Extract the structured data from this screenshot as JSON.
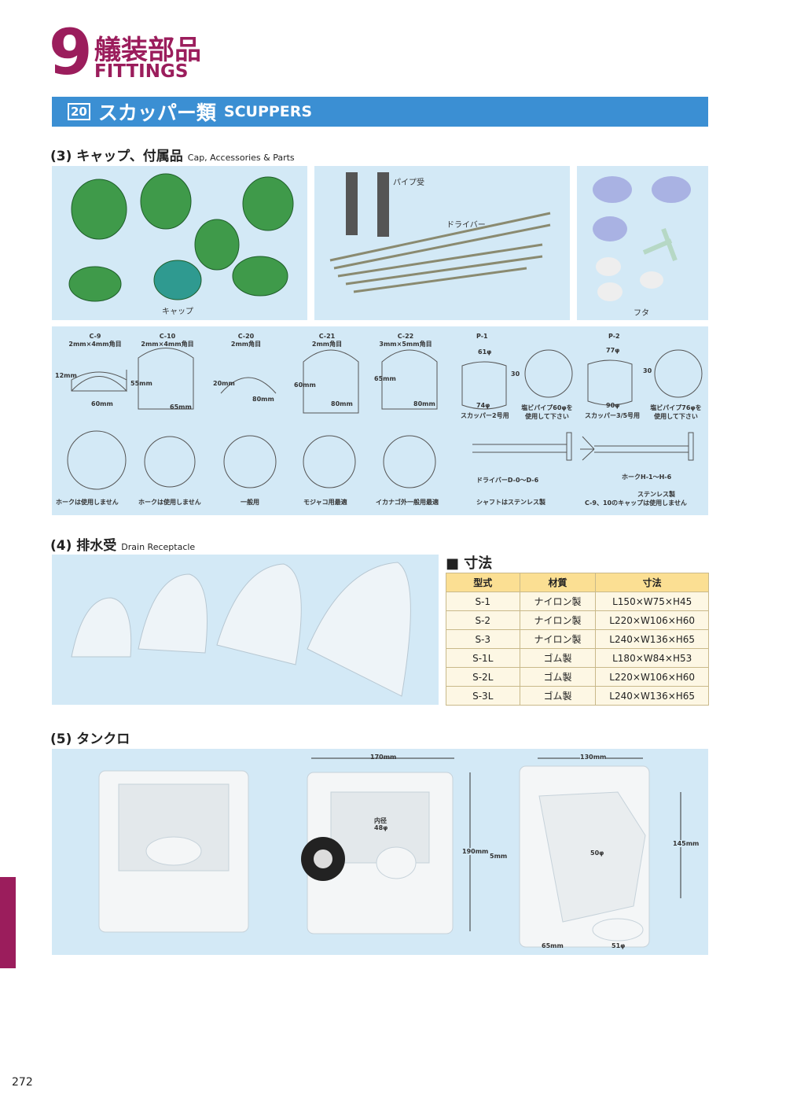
{
  "chapter": {
    "number": "9",
    "title_jp": "艤装部品",
    "title_en": "FITTINGS"
  },
  "banner": {
    "number": "20",
    "title_jp": "スカッパー類",
    "title_en": "SCUPPERS"
  },
  "section3": {
    "heading": "(3) キャップ、付属品",
    "heading_en": "Cap, Accessories & Parts",
    "photo_labels": {
      "cap": "キャップ",
      "pipe": "パイプ受",
      "driver": "ドライバー",
      "lid": "フタ"
    },
    "diagrams": [
      {
        "model": "C-9",
        "mesh": "2mm×4mm角目",
        "dims": [
          "12mm",
          "60mm"
        ],
        "note": "ホークは使用しません"
      },
      {
        "model": "C-10",
        "mesh": "2mm×4mm角目",
        "dims": [
          "55mm",
          "65mm"
        ],
        "note": "ホークは使用しません"
      },
      {
        "model": "C-20",
        "mesh": "2mm角目",
        "dims": [
          "20mm",
          "80mm"
        ],
        "note": "一般用"
      },
      {
        "model": "C-21",
        "mesh": "2mm角目",
        "dims": [
          "60mm",
          "80mm"
        ],
        "note": "モジャコ用最適"
      },
      {
        "model": "C-22",
        "mesh": "3mm×5mm角目",
        "dims": [
          "65mm",
          "80mm"
        ],
        "note": "イカナゴ外一般用最適"
      }
    ],
    "pipes": [
      {
        "model": "P-1",
        "top": "61φ",
        "height": "30",
        "bottom": "74φ",
        "use": "スカッパー2号用",
        "note": "塩ビパイプ60φを使用して下さい"
      },
      {
        "model": "P-2",
        "top": "77φ",
        "height": "30",
        "bottom": "90φ",
        "use": "スカッパー3/5号用",
        "note": "塩ビパイプ76φを使用して下さい"
      }
    ],
    "driver": {
      "label": "ドライバーD-0〜D-6",
      "note": "シャフトはステンレス製"
    },
    "fork": {
      "label": "ホークH-1〜H-6",
      "note1": "ステンレス製",
      "note2": "C-9、10のキャップは使用しません"
    }
  },
  "section4": {
    "heading": "(4) 排水受",
    "heading_en": "Drain Receptacle",
    "table_title": "■ 寸法",
    "columns": [
      "型式",
      "材質",
      "寸法"
    ],
    "rows": [
      [
        "S-1",
        "ナイロン製",
        "L150×W75×H45"
      ],
      [
        "S-2",
        "ナイロン製",
        "L220×W106×H60"
      ],
      [
        "S-3",
        "ナイロン製",
        "L240×W136×H65"
      ],
      [
        "S-1L",
        "ゴム製",
        "L180×W84×H53"
      ],
      [
        "S-2L",
        "ゴム製",
        "L220×W106×H60"
      ],
      [
        "S-3L",
        "ゴム製",
        "L240×W136×H65"
      ]
    ]
  },
  "section5": {
    "heading": "(5) タンクロ",
    "dims": {
      "width1": "170mm",
      "height1": "190mm",
      "inner": "内径",
      "inner_dia": "48φ",
      "width2": "130mm",
      "height2": "145mm",
      "dia2": "50φ",
      "gap": "5mm",
      "offset": "65mm",
      "dia3": "51φ"
    }
  },
  "page_number": "272",
  "colors": {
    "accent": "#9b1d5c",
    "banner": "#3b8fd3",
    "panel": "#d3e9f6",
    "table_head": "#fbdf93"
  }
}
